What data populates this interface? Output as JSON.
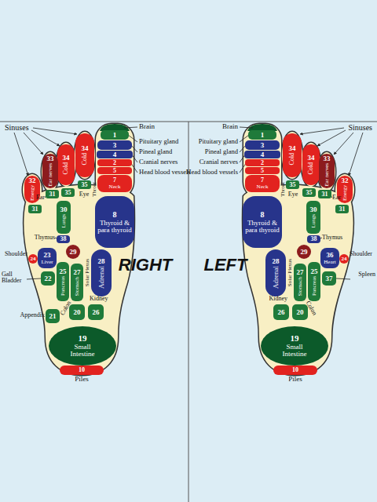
{
  "diagram": {
    "nodes": [
      {
        "text": [
          "1"
        ]
      },
      {
        "text": [
          "3"
        ]
      },
      {
        "text": [
          "4"
        ]
      },
      {
        "text": [
          "2"
        ]
      },
      {
        "text": [
          "5"
        ]
      },
      {
        "text": [
          "7",
          "Neck"
        ]
      },
      {
        "text": [
          "34",
          "Cold"
        ]
      },
      {
        "text": [
          "34",
          "Cold"
        ]
      },
      {
        "text": [
          "33",
          "Ear nerves"
        ]
      },
      {
        "text": [
          "32",
          "Energy"
        ]
      },
      {
        "text": [
          "31"
        ]
      },
      {
        "text": [
          "31"
        ]
      },
      {
        "text": [
          "35"
        ]
      },
      {
        "text": [
          "35"
        ]
      },
      {
        "text": [
          "30",
          "Lungs"
        ]
      },
      {
        "text": [
          "38"
        ]
      },
      {
        "text": [
          "8",
          "Thyroid & para thyroid"
        ]
      },
      {
        "text": [
          "24"
        ]
      },
      {
        "text": [
          "23",
          "Liver"
        ]
      },
      {
        "text": [
          "29"
        ]
      },
      {
        "text": [
          "25",
          "Pancreas"
        ]
      },
      {
        "text": [
          "22"
        ]
      },
      {
        "text": [
          "28",
          "Adrenal"
        ]
      },
      {
        "text": [
          "27",
          "Stomach"
        ]
      },
      {
        "text": [
          "21"
        ]
      },
      {
        "text": [
          "20"
        ]
      },
      {
        "text": [
          "26"
        ]
      },
      {
        "text": [
          "19",
          "Small Intestine"
        ]
      },
      {
        "text": [
          "10"
        ]
      },
      {
        "text": [
          "1"
        ]
      },
      {
        "text": [
          "3"
        ]
      },
      {
        "text": [
          "4"
        ]
      },
      {
        "text": [
          "2"
        ]
      },
      {
        "text": [
          "5"
        ]
      },
      {
        "text": [
          "7",
          "Neck"
        ]
      },
      {
        "text": [
          "34",
          "Cold"
        ]
      },
      {
        "text": [
          "34",
          "Cold"
        ]
      },
      {
        "text": [
          "33",
          "Ear nerves"
        ]
      },
      {
        "text": [
          "32",
          "Energy"
        ]
      },
      {
        "text": [
          "31"
        ]
      },
      {
        "text": [
          "31"
        ]
      },
      {
        "text": [
          "35"
        ]
      },
      {
        "text": [
          "35"
        ]
      },
      {
        "text": [
          "30",
          "Lungs"
        ]
      },
      {
        "text": [
          "38"
        ]
      },
      {
        "text": [
          "8",
          "Thyroid & para thyroid"
        ]
      },
      {
        "text": [
          "24"
        ]
      },
      {
        "text": [
          "36",
          "Heart"
        ]
      },
      {
        "text": [
          "29"
        ]
      },
      {
        "text": [
          "25",
          "Pancreas"
        ]
      },
      {
        "text": [
          "37"
        ]
      },
      {
        "text": [
          "28",
          "Adrenal"
        ]
      },
      {
        "text": [
          "27",
          "Stomach"
        ]
      },
      {
        "text": [
          "20"
        ]
      },
      {
        "text": [
          "26"
        ]
      },
      {
        "text": [
          "19",
          "Small Intestine"
        ]
      },
      {
        "text": [
          "10"
        ]
      }
    ],
    "labels": [
      "Sinuses",
      "Brain",
      "Pituitary gland",
      "Pineal gland",
      "Cranial nerves",
      "Head blood vessels",
      "Ear",
      "Eye",
      "Throat",
      "Thymus",
      "Shoulder",
      "Gall Bladder",
      "Solar Plexus",
      "Colon",
      "Kidney",
      "Appendix",
      "Piles",
      "RIGHT",
      "LEFT",
      "Brain",
      "Pituitary gland",
      "Pineal gland",
      "Cranial nerves",
      "Head blood vessels",
      "Sinuses",
      "Eye",
      "Throat",
      "Ear",
      "Thymus",
      "Shoulder",
      "Spleen",
      "Solar Plexus",
      "Kidney",
      "Colon",
      "Piles"
    ]
  }
}
